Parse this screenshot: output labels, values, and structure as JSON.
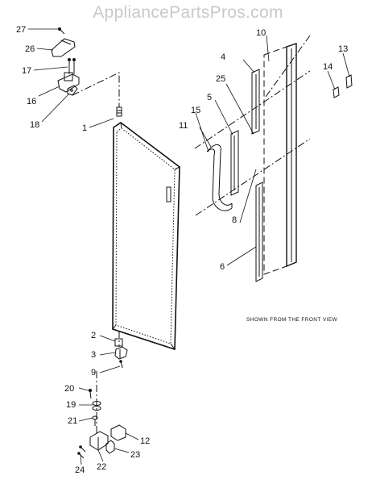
{
  "watermark": "AppliancePartsPros.com",
  "note": "SHOWN FROM THE FRONT VIEW",
  "callouts": {
    "c1": "1",
    "c2": "2",
    "c3": "3",
    "c4": "4",
    "c5": "5",
    "c6": "6",
    "c8": "8",
    "c9": "9",
    "c10": "10",
    "c11": "11",
    "c12": "12",
    "c13": "13",
    "c14": "14",
    "c15": "15",
    "c16": "16",
    "c17": "17",
    "c18": "18",
    "c19": "19",
    "c20": "20",
    "c21": "21",
    "c22": "22",
    "c23": "23",
    "c24": "24",
    "c25": "25",
    "c26": "26",
    "c27": "27"
  }
}
